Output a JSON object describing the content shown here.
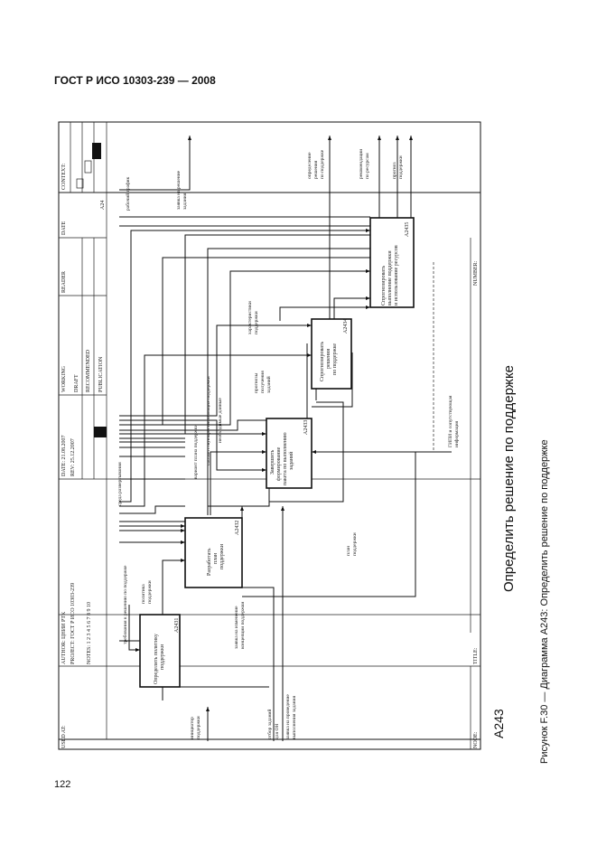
{
  "header": "ГОСТ Р ИСО 10303-239 — 2008",
  "page_number": "122",
  "caption": "Рисунок F.30 — Диаграмма А243: Определить решение по поддержке",
  "form": {
    "used_at": "USED AT:",
    "author": "AUTHOR: ЦНИИ РТК",
    "project": "PROJECT: ГОСТ Р ИСО 10303-239",
    "notes": "NOTES: 1 2 3 4 5 6 7 8 9 10",
    "date": "DATE: 21.08.2007",
    "rev": "REV: 25.12.2007",
    "working": "WORKING",
    "draft": "DRAFT",
    "recommended": "RECOMMENDED",
    "publication": "PUBLICATION",
    "reader": "READER",
    "date2": "DATE",
    "context": "CONTEXT:",
    "context_node": "A24",
    "node_label": "NODE:",
    "node": "A243",
    "title_label": "TITLE:",
    "title": "Определить решение по поддержке",
    "number_label": "NUMBER:"
  },
  "boxes": [
    {
      "id": "A2431",
      "label": [
        "Определить политику",
        "поддержки"
      ],
      "code": "A2431"
    },
    {
      "id": "A2432",
      "label": [
        "Разработать",
        "план",
        "поддержки"
      ],
      "code": "A2432"
    },
    {
      "id": "A2433",
      "label": [
        "Завершить",
        "формирование",
        "пакета по выполнению",
        "заданий"
      ],
      "code": "A2433"
    },
    {
      "id": "A2434",
      "label": [
        "Спрогнозировать",
        "решения",
        "по поддержке"
      ],
      "code": "A2434"
    },
    {
      "id": "A2435",
      "label": [
        "Спрогнозировать",
        "выполнение поддержки",
        "и использование ресурсов"
      ],
      "code": "A2435"
    }
  ],
  "arrows": {
    "inputs": [
      [
        "инициатор",
        "поддержки"
      ],
      [
        "отбор заданий",
        "для ОН"
      ],
      [
        "заявка на проведение",
        "выполнения задания"
      ]
    ],
    "controls": [
      [
        "требования к решению по поддержке"
      ],
      [
        "среда развертывания"
      ],
      [
        "вариант плана поддержки"
      ],
      [
        "соответствующая информация поддержки"
      ],
      [
        "необходимые данные"
      ]
    ],
    "outputs": [
      [
        "заявка на решение",
        "задания"
      ],
      [
        "определение",
        "решения",
        "по поддержке"
      ],
      [
        "рекомендации",
        "по ресурсам"
      ],
      [
        "прогноз",
        "поддержки"
      ]
    ],
    "internal": [
      [
        "политика",
        "поддержки"
      ],
      [
        "заявка на изменение",
        "концепции поддержки"
      ],
      [
        "план",
        "поддержки"
      ],
      [
        "прогнозы",
        "получения",
        "заданий"
      ],
      [
        "характеристики",
        "поддержки"
      ],
      [
        "ГИПИ и сопутствующая",
        "информация"
      ],
      [
        "рабочий график"
      ]
    ]
  }
}
